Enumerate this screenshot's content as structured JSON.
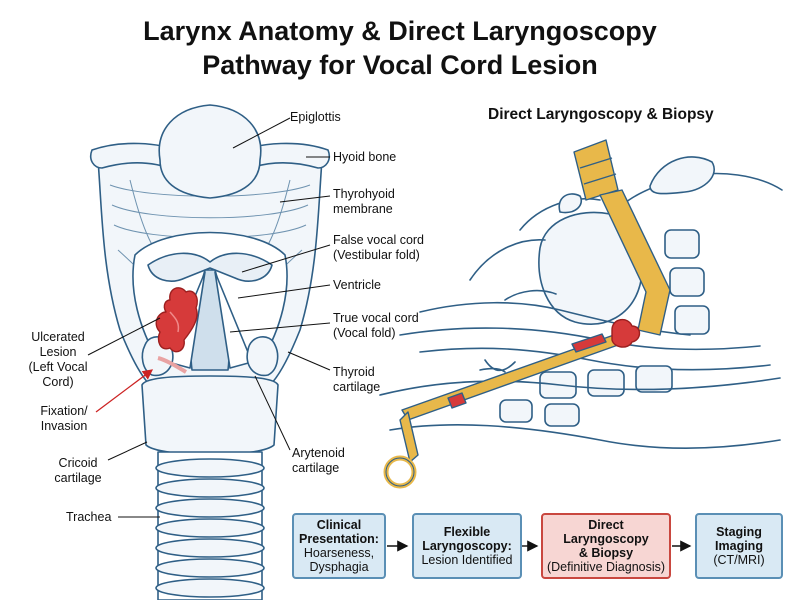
{
  "title": {
    "line1": "Larynx Anatomy & Direct Laryngoscopy",
    "line2": "Pathway for Vocal Cord Lesion"
  },
  "anatomy_labels": {
    "epiglottis": "Epiglottis",
    "hyoid": "Hyoid bone",
    "thyrohyoid_1": "Thyrohyoid",
    "thyrohyoid_2": "membrane",
    "false_cord_1": "False vocal cord",
    "false_cord_2": "(Vestibular fold)",
    "ventricle": "Ventricle",
    "true_cord_1": "True vocal cord",
    "true_cord_2": "(Vocal fold)",
    "thyroid_1": "Thyroid",
    "thyroid_2": "cartilage",
    "arytenoid_1": "Arytenoid",
    "arytenoid_2": "cartilage",
    "ulcer_1": "Ulcerated",
    "ulcer_2": "Lesion",
    "ulcer_3": "(Left Vocal",
    "ulcer_4": "Cord)",
    "fixation_1": "Fixation/",
    "fixation_2": "Invasion",
    "cricoid_1": "Cricoid",
    "cricoid_2": "cartilage",
    "trachea": "Trachea"
  },
  "procedure_title": "Direct Laryngoscopy & Biopsy",
  "flowchart": [
    {
      "bold1": "Clinical",
      "bold2": "Presentation:",
      "line3": "Hoarseness,",
      "line4": "Dysphagia"
    },
    {
      "bold1": "Flexible",
      "bold2": "Laryngoscopy:",
      "line3": "Lesion Identified",
      "line4": ""
    },
    {
      "bold1": "Direct",
      "bold2": "Laryngoscopy",
      "bold3": "& Biopsy",
      "line4": "(Definitive Diagnosis)"
    },
    {
      "bold1": "Staging",
      "bold2": "Imaging",
      "line3": "(CT/MRI)",
      "line4": ""
    }
  ],
  "colors": {
    "line": "#2f5f86",
    "fill_light": "#f2f6fa",
    "lesion": "#d63a3a",
    "scope": "#e8b84a",
    "flow_border": "#5a8fb5",
    "flow_fill": "#d9e9f4",
    "flow_hl_border": "#c9473f",
    "flow_hl_fill": "#f7d6d3"
  }
}
